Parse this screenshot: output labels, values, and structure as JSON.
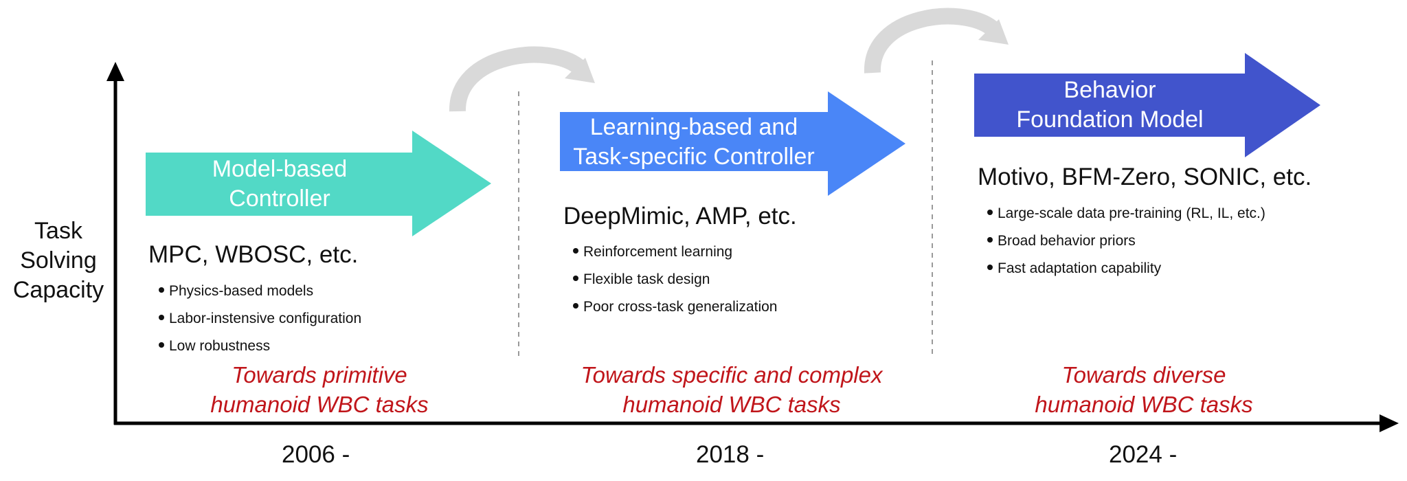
{
  "y_axis_label": [
    "Task",
    "Solving",
    "Capacity"
  ],
  "stages": [
    {
      "arrow_title": [
        "Model-based",
        "Controller"
      ],
      "arrow_color": "#52d9c6",
      "methods": "MPC, WBOSC, etc.",
      "bullets": [
        "Physics-based models",
        "Labor-instensive configuration",
        "Low robustness"
      ],
      "goal": [
        "Towards primitive",
        "humanoid WBC tasks"
      ],
      "year": "2006 -"
    },
    {
      "arrow_title": [
        "Learning-based and",
        "Task-specific Controller"
      ],
      "arrow_color": "#4a86f7",
      "methods": "DeepMimic, AMP, etc.",
      "bullets": [
        "Reinforcement learning",
        "Flexible task design",
        "Poor cross-task generalization"
      ],
      "goal": [
        "Towards specific and complex",
        "humanoid WBC tasks"
      ],
      "year": "2018 -"
    },
    {
      "arrow_title": [
        "Behavior",
        "Foundation Model"
      ],
      "arrow_color": "#4154cc",
      "methods": "Motivo, BFM-Zero, SONIC, etc.",
      "bullets": [
        "Large-scale data pre-training (RL, IL, etc.)",
        "Broad behavior priors",
        "Fast adaptation capability"
      ],
      "goal": [
        "Towards diverse",
        "humanoid WBC tasks"
      ],
      "year": "2024 -"
    }
  ],
  "colors": {
    "goal_text": "#c0151a",
    "transition_arrow": "#d9d9d9",
    "axis": "#000000",
    "divider": "#999999"
  }
}
